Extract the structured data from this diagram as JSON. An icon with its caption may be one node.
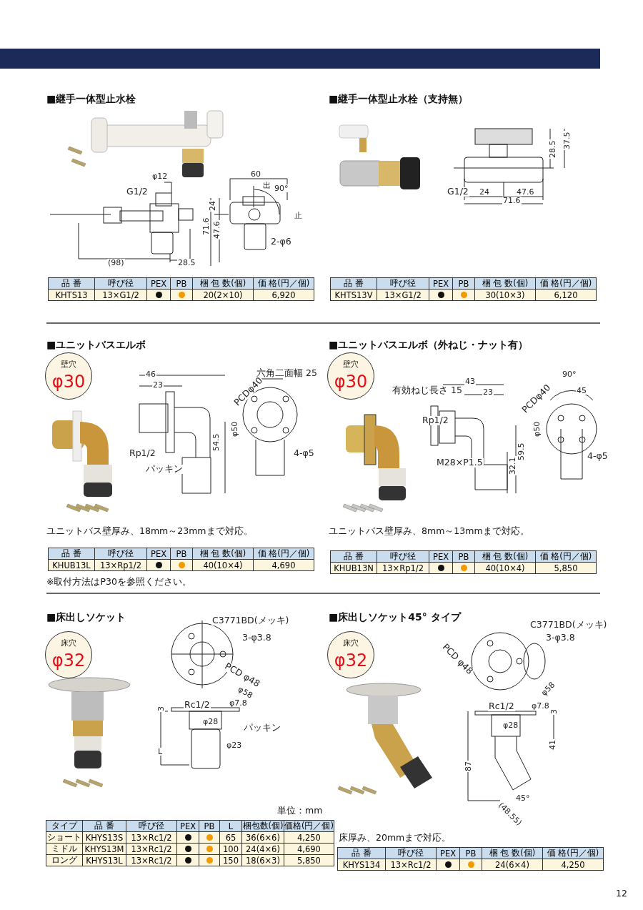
{
  "diagram": {
    "nodes": [
      {
        "text": [
          "壁穴",
          "φ30"
        ]
      },
      {
        "text": [
          "壁穴",
          "φ30"
        ]
      },
      {
        "text": [
          "床穴",
          "φ32"
        ]
      },
      {
        "text": [
          "床穴",
          "φ32"
        ]
      }
    ],
    "labels": [
      "■継手一体型止水栓",
      "φ12",
      "G1/2",
      "60",
      "出",
      "90°",
      "止",
      "24",
      "71.6",
      "47.6",
      "2-φ6",
      "(98)",
      "28.5",
      "品 番",
      "呼び径",
      "PEX",
      "PB",
      "梱 包 数(個)",
      "価 格(円／個)",
      "KHTS13",
      "13×G1/2",
      "20(2×10)",
      "6,920",
      "■継手一体型止水栓（支持無）",
      "28.5",
      "37.5",
      "G1/2",
      "24",
      "47.6",
      "71.6",
      "品 番",
      "呼び径",
      "PEX",
      "PB",
      "梱 包 数(個)",
      "価 格(円／個)",
      "KHTS13V",
      "13×G1/2",
      "30(10×3)",
      "6,120",
      "■ユニットバスエルボ",
      "46",
      "23",
      "Rp1/2",
      "パッキン",
      "54.5",
      "六角二面幅 25",
      "PCDφ40",
      "φ50",
      "4-φ5",
      "ユニットバス壁厚み、18mm～23mmまで対応。",
      "品 番",
      "呼び径",
      "PEX",
      "PB",
      "梱 包 数(個)",
      "価 格(円／個)",
      "KHUB13L",
      "13×Rp1/2",
      "40(10×4)",
      "4,690",
      "※取付方法はP30を参照ください。",
      "■ユニットバスエルボ（外ねじ・ナット有）",
      "43",
      "有効ねじ長さ 15",
      "23",
      "Rp1/2",
      "M28×P1.5",
      "59.5",
      "32.1",
      "90°",
      "45",
      "PCDφ40",
      "φ50",
      "4-φ5",
      "ユニットバス壁厚み、8mm～13mmまで対応。",
      "品 番",
      "呼び径",
      "PEX",
      "PB",
      "梱 包 数(個)",
      "価 格(円／個)",
      "KHUB13N",
      "13×Rp1/2",
      "40(10×4)",
      "5,850",
      "■床出しソケット",
      "C3771BD(メッキ)",
      "3-φ3.8",
      "PCD φ48",
      "φ58",
      "Rc1/2",
      "φ7.8",
      "3",
      "φ28",
      "パッキン",
      "φ23",
      "L",
      "単位：mm",
      "タイプ",
      "品 番",
      "呼び径",
      "PEX",
      "PB",
      "L",
      "梱包数(個)",
      "価格(円／個)",
      "ショート",
      "KHYS13S",
      "13×Rc1/2",
      "65",
      "36(6×6)",
      "4,250",
      "ミドル",
      "KHYS13M",
      "13×Rc1/2",
      "100",
      "24(4×6)",
      "4,690",
      "ロング",
      "KHYS13L",
      "13×Rc1/2",
      "150",
      "18(6×3)",
      "5,850",
      "■床出しソケット45° タイプ",
      "C3771BD(メッキ)",
      "PCD φ48",
      "3-φ3.8",
      "φ58",
      "Rc1/2",
      "φ7.8",
      "3",
      "φ28",
      "41",
      "87",
      "45°",
      "(48.55)",
      "床厚み、20mmまで対応。",
      "品 番",
      "呼び径",
      "PEX",
      "PB",
      "梱 包 数(個)",
      "価 格(円／個)",
      "KHYS134",
      "13×Rc1/2",
      "24(6×4)",
      "4,250",
      "12"
    ]
  }
}
